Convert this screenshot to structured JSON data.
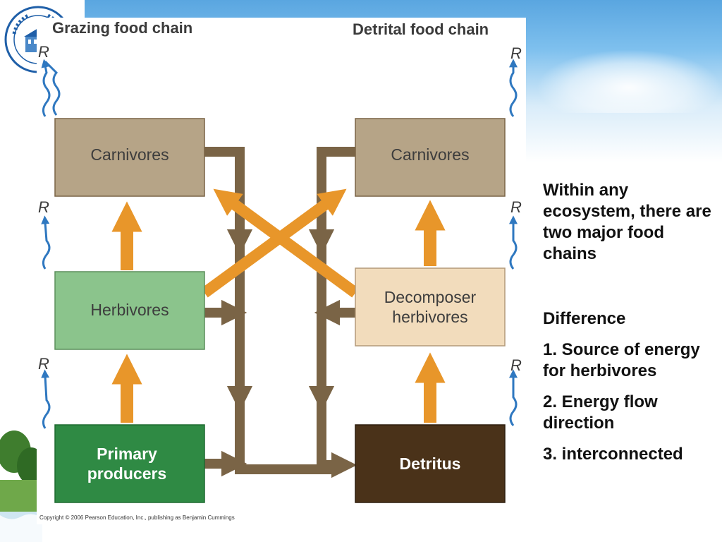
{
  "diagram": {
    "titles": {
      "grazing": "Grazing food chain",
      "detrital": "Detrital food chain"
    },
    "respiration_label": "R",
    "grazing_boxes": {
      "carnivores": "Carnivores",
      "herbivores": "Herbivores",
      "primary_producers_line1": "Primary",
      "primary_producers_line2": "producers"
    },
    "detrital_boxes": {
      "carnivores": "Carnivores",
      "decomposer_line1": "Decomposer",
      "decomposer_line2": "herbivores",
      "detritus": "Detritus"
    },
    "copyright": "Copyright © 2006 Pearson Education, Inc., publishing as Benjamin Cummings"
  },
  "side_text": {
    "intro": "Within any ecosystem, there are two major food chains",
    "difference_label": "Difference",
    "points": [
      "1. Source of energy for herbivores",
      "2. Energy flow direction",
      "3. interconnected"
    ]
  },
  "colors": {
    "orange_arrow": "#e8962a",
    "brown_arrow": "#7a6446",
    "respiration_arrow": "#2f78c0",
    "carnivore_box": "#b6a487",
    "herbivore_box": "#8bc48c",
    "producer_box": "#2f8a44",
    "decomposer_box": "#f2dcbc",
    "detritus_box": "#4a3219"
  }
}
